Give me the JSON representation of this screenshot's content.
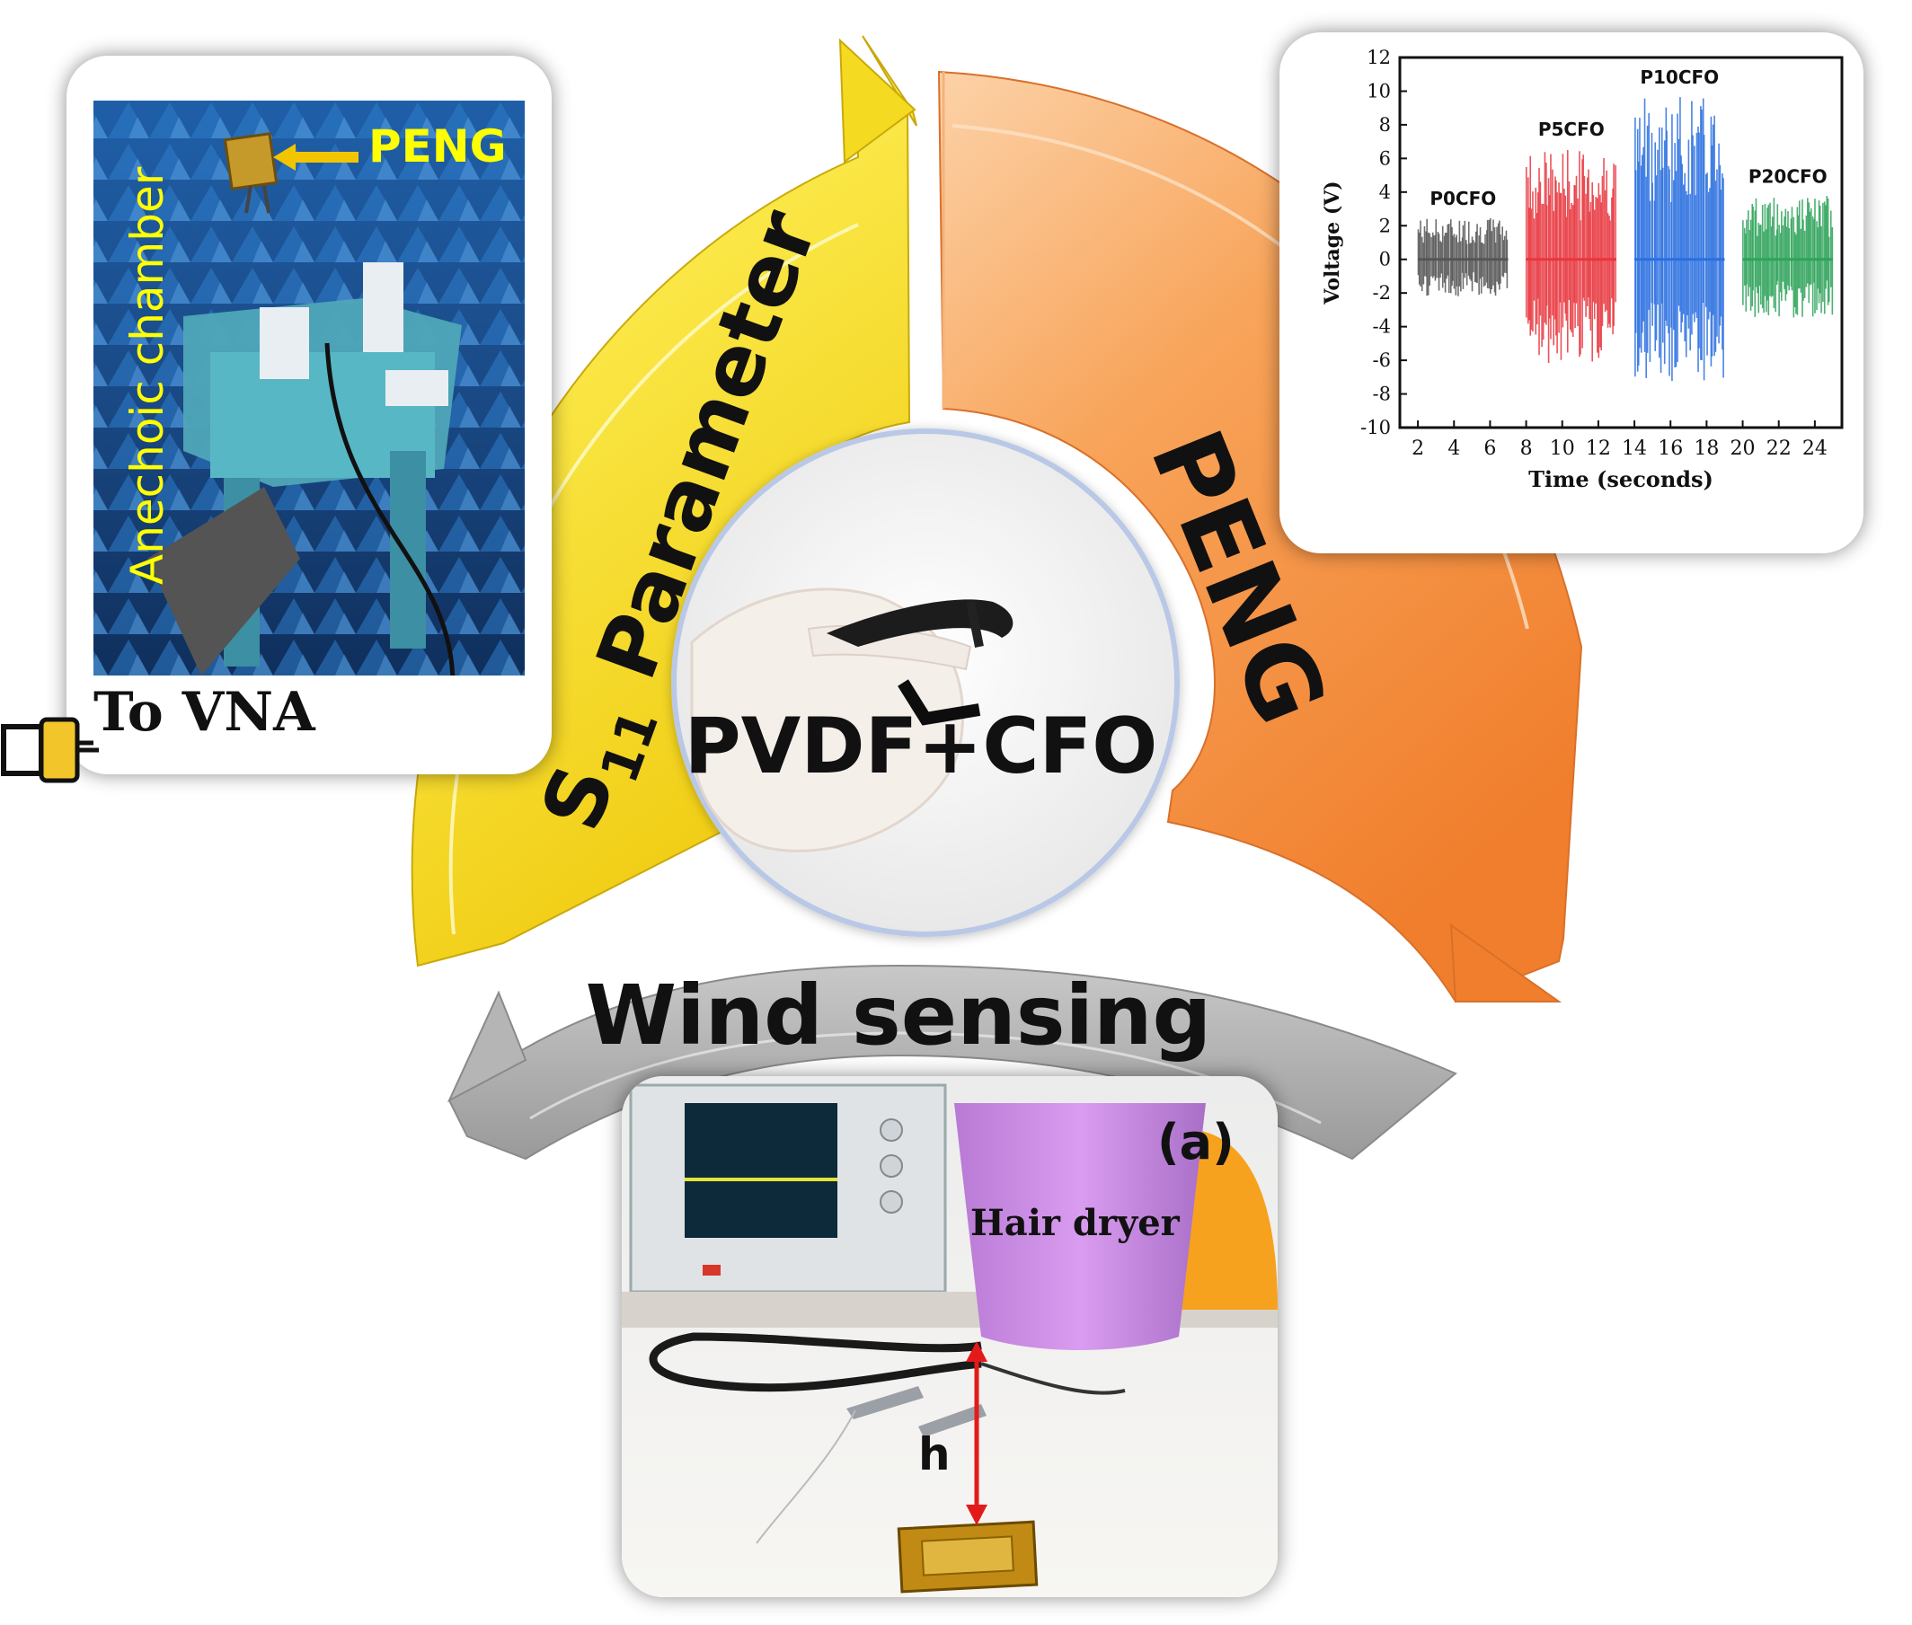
{
  "center": {
    "label": "PVDF+CFO"
  },
  "segments": {
    "s11": {
      "main": "S",
      "sub": "11",
      "rest": " Parameter",
      "color": "#f2d81c"
    },
    "peng": {
      "label": "PENG",
      "color": "#f5913e"
    },
    "wind": {
      "label": "Wind sensing",
      "color": "#a9a9a9"
    }
  },
  "left_panel": {
    "vertical_label": "Anechoic chamber",
    "peng_label": "PENG",
    "vna_label": "To VNA",
    "label_color": "#ffff00"
  },
  "bottom_panel": {
    "panel_tag": "(a)",
    "dryer_label": "Hair dryer",
    "height_label": "h"
  },
  "chart_data": {
    "type": "line",
    "xlabel": "Time (seconds)",
    "ylabel": "Voltage (V)",
    "xlim": [
      1,
      25.5
    ],
    "ylim": [
      -10,
      12
    ],
    "x_ticks": [
      2,
      4,
      6,
      8,
      10,
      12,
      14,
      16,
      18,
      20,
      22,
      24
    ],
    "y_ticks": [
      -10,
      -8,
      -6,
      -4,
      -2,
      0,
      2,
      4,
      6,
      8,
      10,
      12
    ],
    "series": [
      {
        "name": "P0CFO",
        "x_range": [
          2,
          7
        ],
        "amplitude": [
          -2.2,
          2.5
        ],
        "color": "#555555"
      },
      {
        "name": "P5CFO",
        "x_range": [
          8,
          13
        ],
        "amplitude": [
          -6.3,
          6.6
        ],
        "color": "#e8363e"
      },
      {
        "name": "P10CFO",
        "x_range": [
          14,
          19
        ],
        "amplitude": [
          -7.3,
          9.7
        ],
        "color": "#2a6fe0"
      },
      {
        "name": "P20CFO",
        "x_range": [
          20,
          25
        ],
        "amplitude": [
          -3.5,
          3.8
        ],
        "color": "#2ea35a"
      }
    ]
  }
}
